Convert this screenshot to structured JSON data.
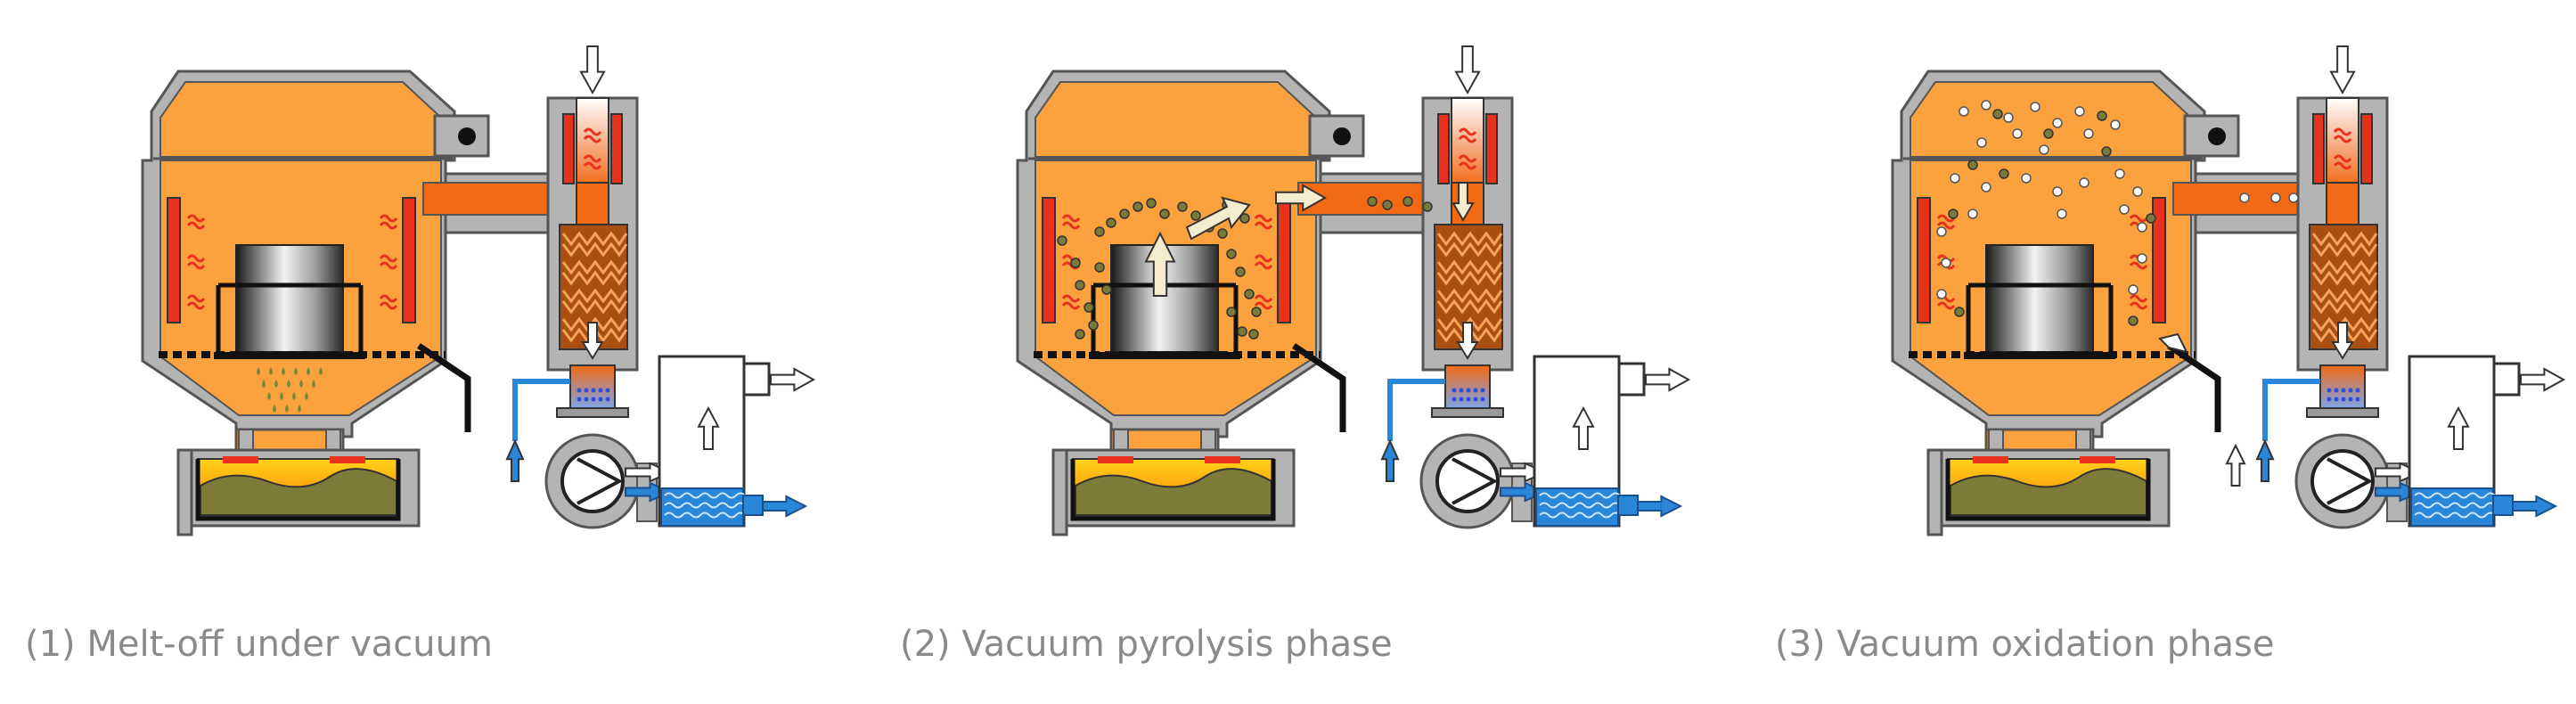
{
  "panels": [
    {
      "caption": "(1) Melt-off under vacuum",
      "phase": "meltoff"
    },
    {
      "caption": "(2) Vacuum pyrolysis phase",
      "phase": "pyrolysis"
    },
    {
      "caption": "(3) Vacuum oxidation phase",
      "phase": "oxidation"
    }
  ],
  "colors": {
    "chamber_fill": "#fba23f",
    "chamber_stroke": "#555555",
    "steel_gray": "#b4b4b4",
    "heater_red": "#e8321e",
    "hot_orange": "#f26a14",
    "water_blue": "#2a86d8",
    "melt_olive": "#7d7a3a"
  }
}
